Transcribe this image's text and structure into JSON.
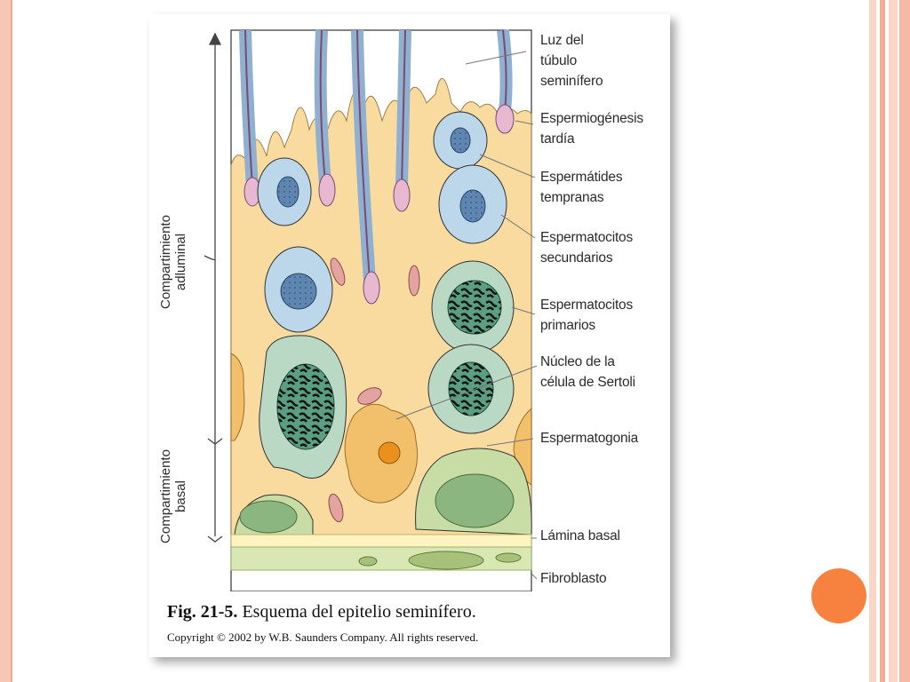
{
  "diagram": {
    "labels": {
      "lumen": "Luz del\ntúbulo\nseminífero",
      "late_spermiogenesis": "Espermiogénesis\ntardía",
      "early_spermatids": "Espermátides\ntempranas",
      "secondary_spermatocytes": "Espermatocitos\nsecundarios",
      "primary_spermatocytes": "Espermatocitos\nprimarios",
      "sertoli_nucleus": "Núcleo de la\ncélula de Sertoli",
      "spermatogonia": "Espermatogonia",
      "basal_lamina": "Lámina basal",
      "fibroblast": "Fibroblasto"
    },
    "compartments": {
      "adluminal": "Compartimiento\nadluminal",
      "basal": "Compartimiento\nbasal"
    }
  },
  "caption": {
    "number": "Fig. 21-5.",
    "text": " Esquema del epitelio seminífero."
  },
  "copyright": "Copyright © 2002 by W.B. Saunders Company. All rights reserved.",
  "colors": {
    "cytoplasm": "#f9dba0",
    "spermatid": "#bcd7ea",
    "spermatocyte": "#b9d9c4",
    "spermatogonia": "#c8dda6",
    "sertoli_nucleus": "#f2bf6a",
    "accent": "#f7823f"
  }
}
